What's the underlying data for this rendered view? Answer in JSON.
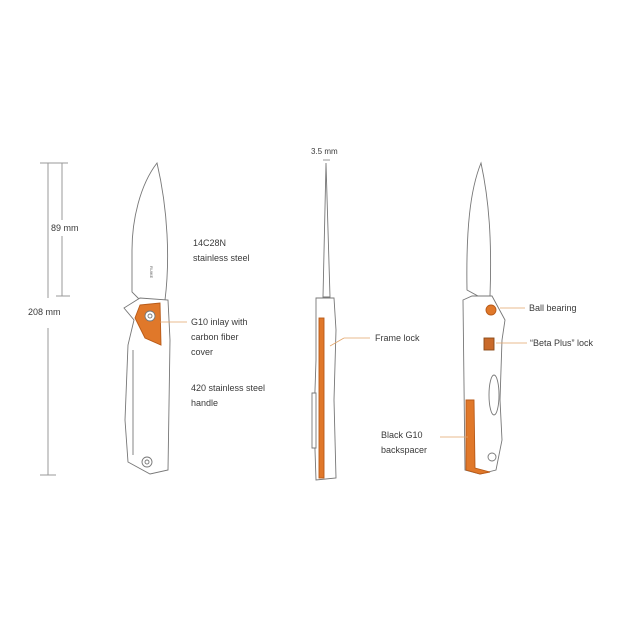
{
  "dimensions": {
    "overall_length": "208 mm",
    "blade_length": "89 mm",
    "blade_thickness": "3.5 mm"
  },
  "brand_mark": "RUIKE",
  "callouts": {
    "blade_steel": [
      "14C28N",
      "stainless steel"
    ],
    "inlay": [
      "G10 inlay with",
      "carbon fiber",
      "cover"
    ],
    "handle": [
      "420 stainless steel",
      "handle"
    ],
    "frame_lock": "Frame lock",
    "backspacer": [
      "Black G10",
      "backspacer"
    ],
    "ball_bearing": "Ball bearing",
    "lock": "“Beta Plus” lock"
  },
  "colors": {
    "accent_orange": "#e0782a",
    "line": "#8a8a8a",
    "text": "#3a3a3a"
  }
}
